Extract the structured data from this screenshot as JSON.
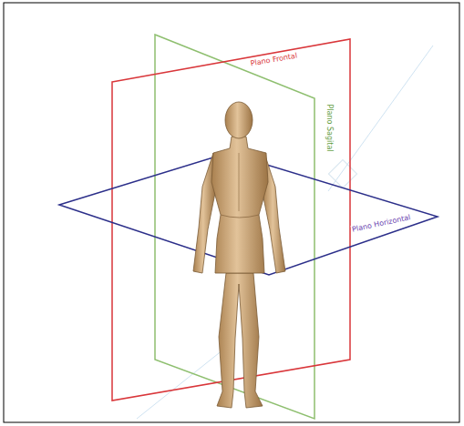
{
  "diagram": {
    "labels": [
      "Plano Frontal",
      "Plano Sagital",
      "Plano Horizontal"
    ]
  }
}
